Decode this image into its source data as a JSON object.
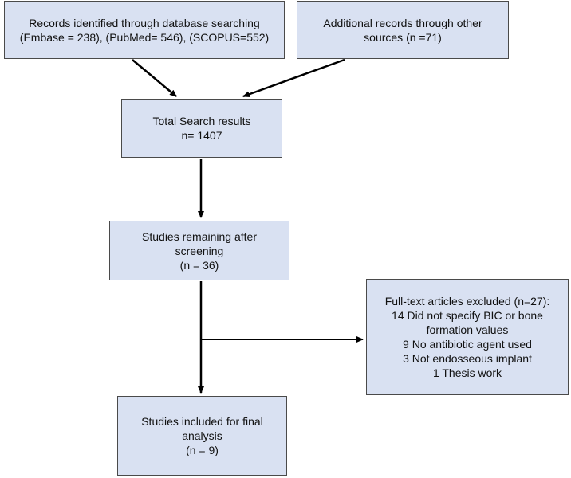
{
  "flow": {
    "records_db": {
      "lines": [
        "Records identified through database searching",
        "(Embase = 238), (PubMed= 546), (SCOPUS=552)"
      ]
    },
    "additional": {
      "lines": [
        "Additional records through other",
        "sources (n =71)"
      ]
    },
    "total": {
      "lines": [
        "Total Search results",
        "n= 1407"
      ]
    },
    "screening": {
      "lines": [
        "Studies remaining after",
        "screening",
        "(n = 36)"
      ]
    },
    "excluded": {
      "lines": [
        "Full-text articles excluded (n=27):",
        "14 Did not specify BIC or bone",
        "formation values",
        "9 No antibiotic agent used",
        "3 Not endosseous implant",
        "1 Thesis work"
      ]
    },
    "included": {
      "lines": [
        "Studies included for final",
        "analysis",
        "(n = 9)"
      ]
    }
  },
  "colors": {
    "box_fill": "#d9e1f2",
    "box_border": "#4a4a4a",
    "arrow": "#000000"
  }
}
